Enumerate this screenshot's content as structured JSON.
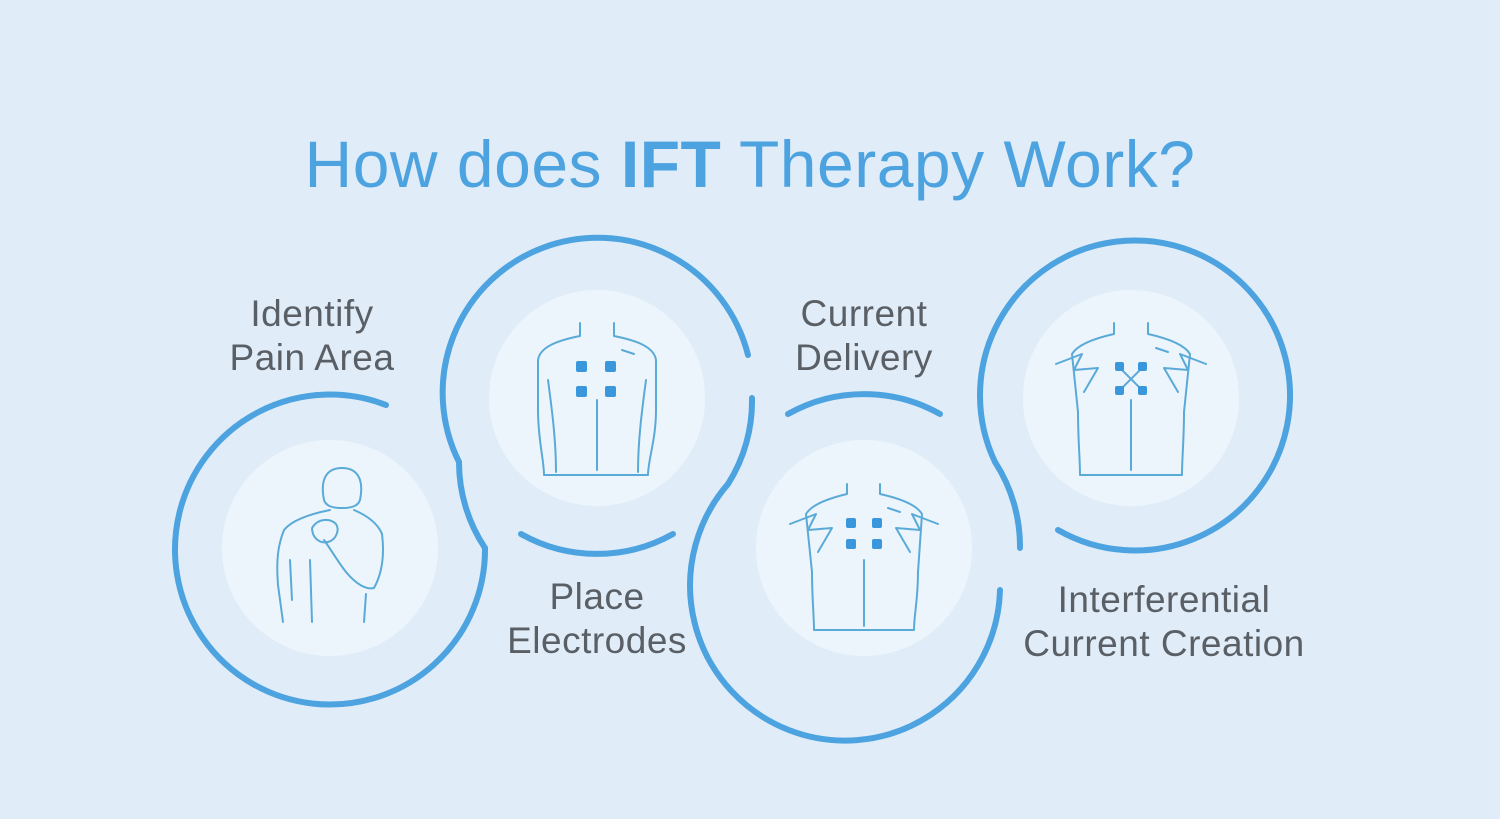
{
  "title": {
    "part1": "How does ",
    "bold": "IFT",
    "part2": " Therapy Work?"
  },
  "steps": [
    {
      "line1": "Identify",
      "line2": "Pain Area",
      "icon": "person-shoulder-pain-icon"
    },
    {
      "line1": "Place",
      "line2": "Electrodes",
      "icon": "back-electrodes-icon"
    },
    {
      "line1": "Current",
      "line2": "Delivery",
      "icon": "back-current-delivery-icon"
    },
    {
      "line1": "Interferential",
      "line2": "Current Creation",
      "icon": "back-interferential-icon"
    }
  ],
  "colors": {
    "background": "#e0edf8",
    "accent": "#4da3e0",
    "circle_fill": "#edf5fc",
    "text": "#5a5f66",
    "line_art": "#5aaad8"
  }
}
